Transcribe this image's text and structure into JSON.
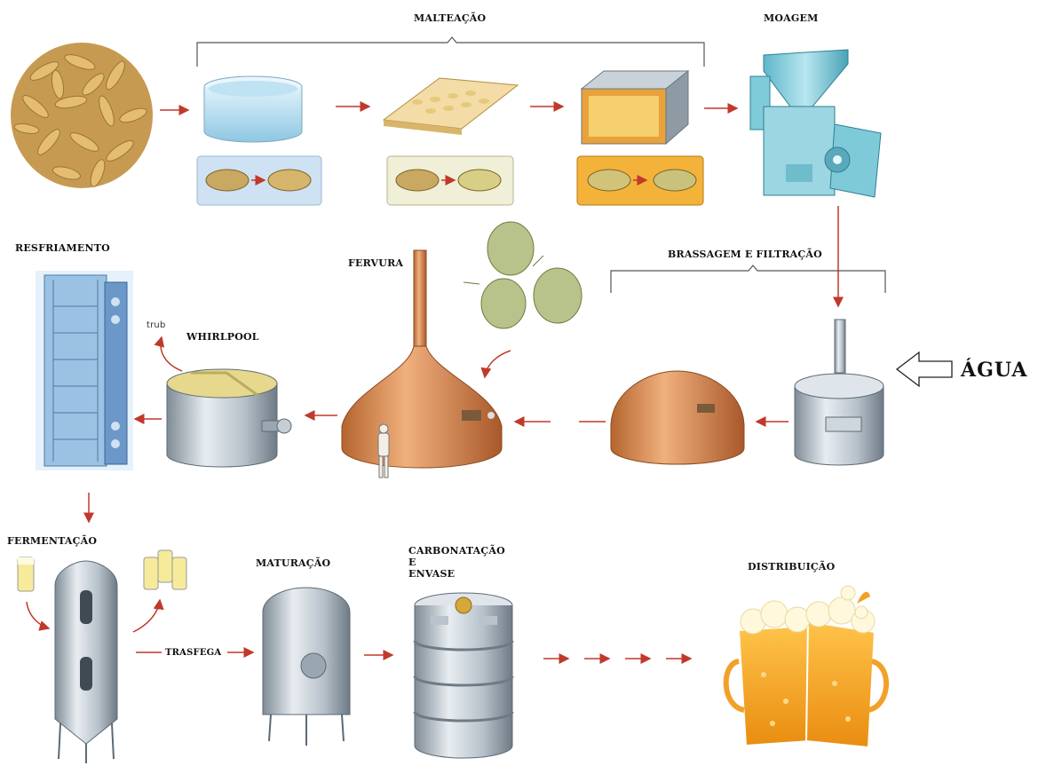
{
  "labels": {
    "malteacao": "MALTEAÇÃO",
    "moagem": "MOAGEM",
    "resfriamento": "RESFRIAMENTO",
    "fervura": "FERVURA",
    "brassagem": "BRASSAGEM E FILTRAÇÃO",
    "whirlpool": "WHIRLPOOL",
    "trub": "trub",
    "agua": "ÁGUA",
    "fermentacao": "FERMENTAÇÃO",
    "maturacao": "MATURAÇÃO",
    "carbonatacao_line1": "CARBONATAÇÃO E",
    "carbonatacao_line2": "ENVASE",
    "distribuicao": "DISTRIBUIÇÃO",
    "trasfega": "TRASFEGA"
  },
  "colors": {
    "arrow": "#c0392b",
    "copper": "#d98b55",
    "steel": "#b9c3cc",
    "malt": "#d6a85a",
    "beer": "#f3a82a",
    "machine": "#6fc6d6"
  }
}
